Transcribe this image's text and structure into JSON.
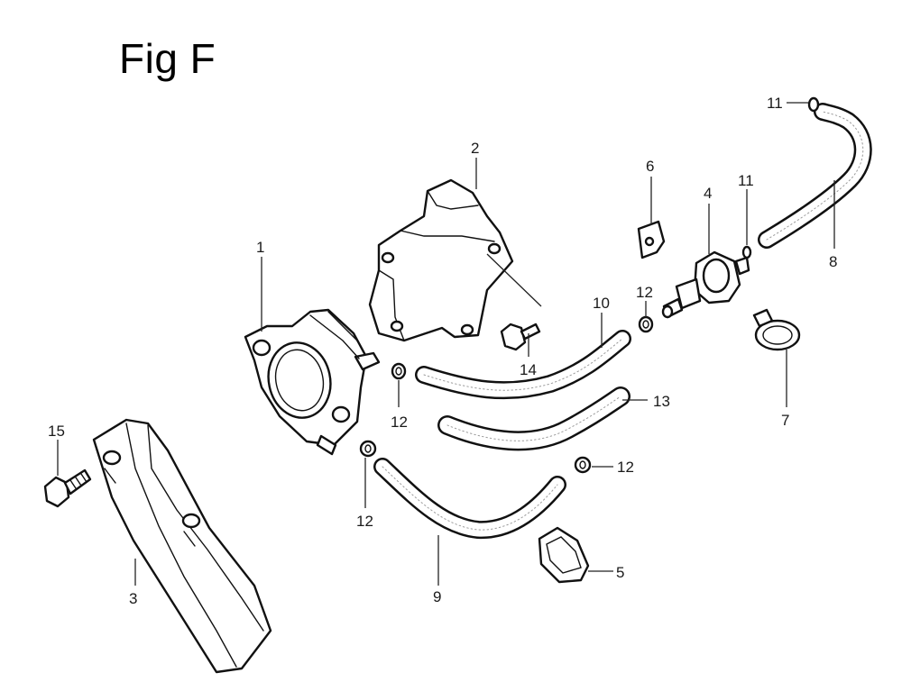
{
  "figure": {
    "title": "Fig F"
  },
  "callouts": {
    "c1": "1",
    "c2": "2",
    "c3": "3",
    "c4": "4",
    "c5": "5",
    "c6": "6",
    "c7": "7",
    "c8": "8",
    "c9": "9",
    "c10": "10",
    "c11a": "11",
    "c11b": "11",
    "c12a": "12",
    "c12b": "12",
    "c12c": "12",
    "c12d": "12",
    "c13": "13",
    "c14": "14",
    "c15": "15"
  }
}
